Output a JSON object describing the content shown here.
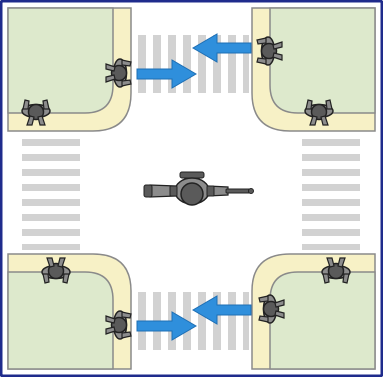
{
  "colors": {
    "frame": "#1f2b8c",
    "corner_fill": "#dde9cc",
    "curb_fill": "#f7f1c6",
    "edge_stroke": "#8a8a8a",
    "road": "#ffffff",
    "crosswalk_stripe": "#d2d2d2",
    "arrow": "#2f8fdc",
    "figure_dark": "#5a5a5a",
    "figure_mid": "#8c8c8c",
    "figure_outline": "#222222"
  },
  "figures": {
    "pedestrian": "pedestrian-top-view",
    "police_officer": "traffic-officer-top-view",
    "arrow": "movement-arrow"
  }
}
